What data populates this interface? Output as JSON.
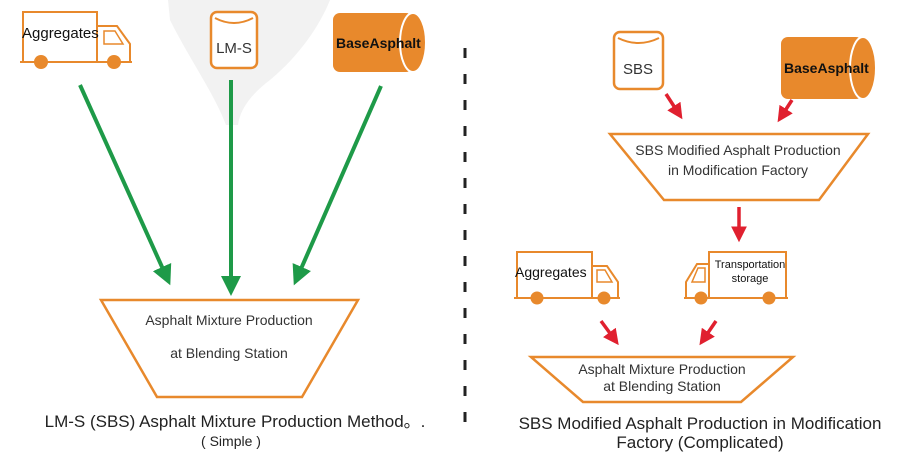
{
  "colors": {
    "orange": "#e8892c",
    "green_arrow": "#1e9a48",
    "red_arrow": "#e0202f",
    "divider": "#222222"
  },
  "left_panel": {
    "aggregates_label": "Aggregates",
    "lms_label": "LM-S",
    "base_asphalt_label": "BaseAsphalt",
    "station_line1": "Asphalt Mixture Production",
    "station_line2": "at Blending Station",
    "caption_line1": "LM-S (SBS) Asphalt Mixture Production Method。.",
    "caption_line2": "( Simple )"
  },
  "right_panel": {
    "sbs_label": "SBS",
    "base_asphalt_label": "BaseAsphalt",
    "factory_line1": "SBS Modified Asphalt Production",
    "factory_line2": "in Modification Factory",
    "aggregates_label": "Aggregates",
    "transport_line1": "Transportation",
    "transport_line2": "storage",
    "station_line1": "Asphalt Mixture Production",
    "station_line2": "at Blending Station",
    "caption_line1": "SBS Modified Asphalt Production in Modification",
    "caption_line2": "Factory (Complicated)"
  },
  "icons": {
    "truck": "truck-icon",
    "bag": "bag-icon",
    "barrel": "barrel-icon"
  }
}
